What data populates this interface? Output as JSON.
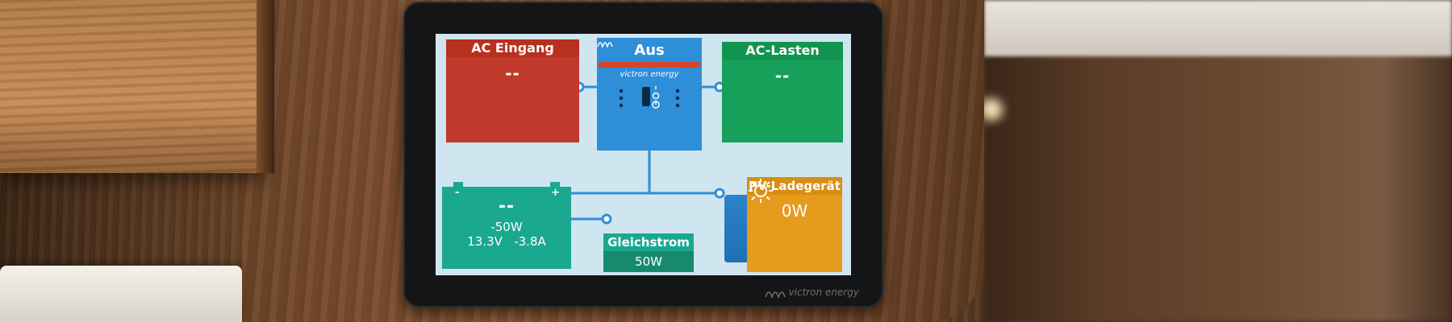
{
  "display": {
    "ac_input": {
      "title": "AC Eingang",
      "value": "--"
    },
    "inverter": {
      "title": "Aus",
      "brand": "victron energy",
      "brand_logo_icon": "victron-waves-icon"
    },
    "ac_loads": {
      "title": "AC-Lasten",
      "value": "--"
    },
    "battery": {
      "value": "--",
      "power": "-50W",
      "voltage": "13.3V",
      "current": "-3.8A",
      "minus_sign": "-",
      "plus_sign": "+"
    },
    "dc_system": {
      "title": "Gleichstrom",
      "value": "50W"
    },
    "pv_charger": {
      "title": "PV-Ladegerät",
      "value": "0W",
      "icon": "sun-icon"
    }
  },
  "device": {
    "logo_text": "victron energy"
  },
  "colors": {
    "ac_input": "#c0392b",
    "inverter": "#2f8ed8",
    "ac_loads": "#16a05a",
    "battery": "#1aa98e",
    "dc_system": "#178a6e",
    "pv_charger": "#e59b1c",
    "screen_bg": "#cfe5f0"
  }
}
